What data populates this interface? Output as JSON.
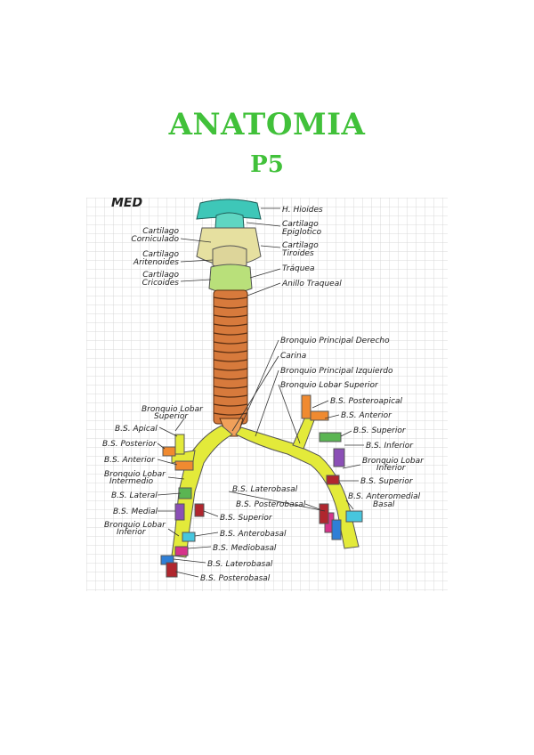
{
  "header": {
    "title": "ANATOMIA",
    "subtitle": "P5"
  },
  "colors": {
    "title_green": "#41c13a",
    "grid": "#d9d9d9",
    "hyoid": "#3ec7b8",
    "epiglottis": "#5fd6c2",
    "thyroid_cartilage": "#e6e0a0",
    "cricoid": "#b9e07a",
    "trachea": "#d77a3c",
    "carina": "#f0a05a",
    "bronchi": "#e3ea3a",
    "segment_orange": "#f08a30",
    "segment_green": "#5ab552",
    "segment_purple": "#8b4fb6",
    "segment_red": "#b0262e",
    "segment_blue": "#2f7fd6",
    "segment_cyan": "#47c6de",
    "segment_magenta": "#d6338a"
  },
  "diagram": {
    "top_left_fragment": "MED",
    "labels_left": {
      "cartilago_corniculado_1": "Cartilago",
      "cartilago_corniculado_2": "Corniculado",
      "cartilago_aritenoides_1": "Cartilago",
      "cartilago_aritenoides_2": "Aritenoides",
      "cartilago_cricoides_1": "Cartilago",
      "cartilago_cricoides_2": "Cricoides",
      "bronquio_lobar_superior_1": "Bronquio Lobar",
      "bronquio_lobar_superior_2": "Superior",
      "bs_apical": "B.S. Apical",
      "bs_posterior": "B.S. Posterior",
      "bs_anterior": "B.S. Anterior",
      "bronquio_lobar_intermedio_1": "Bronquio Lobar",
      "bronquio_lobar_intermedio_2": "Intermedio",
      "bs_lateral": "B.S. Lateral",
      "bs_medial": "B.S. Medial",
      "bronquio_lobar_inferior_1": "Bronquio Lobar",
      "bronquio_lobar_inferior_2": "Inferior"
    },
    "labels_right": {
      "h_hioides": "H. Hioides",
      "cartilago_epiglotico_1": "Cartilago",
      "cartilago_epiglotico_2": "Epiglotico",
      "cartilago_tiroides_1": "Cartilago",
      "cartilago_tiroides_2": "Tiroides",
      "traquea": "Tráquea",
      "anillo_traqueal": "Anillo Traqueal",
      "bronquio_principal_derecho": "Bronquio Principal Derecho",
      "carina": "Carina",
      "bronquio_principal_izquierdo": "Bronquio Principal Izquierdo",
      "bronquio_lobar_superior": "Bronquio Lobar Superior",
      "bs_posteroapical": "B.S. Posteroapical",
      "bs_anterior": "B.S. Anterior",
      "bs_superior_1": "B.S. Superior",
      "bs_inferior": "B.S. Inferior",
      "bronquio_lobar_inferior_1": "Bronquio Lobar",
      "bronquio_lobar_inferior_2": "Inferior",
      "bs_superior_2": "B.S. Superior",
      "bs_anteromedial_1": "B.S. Anteromedial",
      "bs_anteromedial_2": "Basal"
    },
    "labels_center": {
      "bs_laterobasal_r": "B.S. Laterobasal",
      "bs_posterobasal_r": "B.S. Posterobasal",
      "bs_superior_c": "B.S. Superior",
      "bs_anterobasal": "B.S. Anterobasal",
      "bs_mediobasal": "B.S. Mediobasal",
      "bs_laterobasal_c": "B.S. Laterobasal",
      "bs_posterobasal_c": "B.S. Posterobasal"
    }
  }
}
